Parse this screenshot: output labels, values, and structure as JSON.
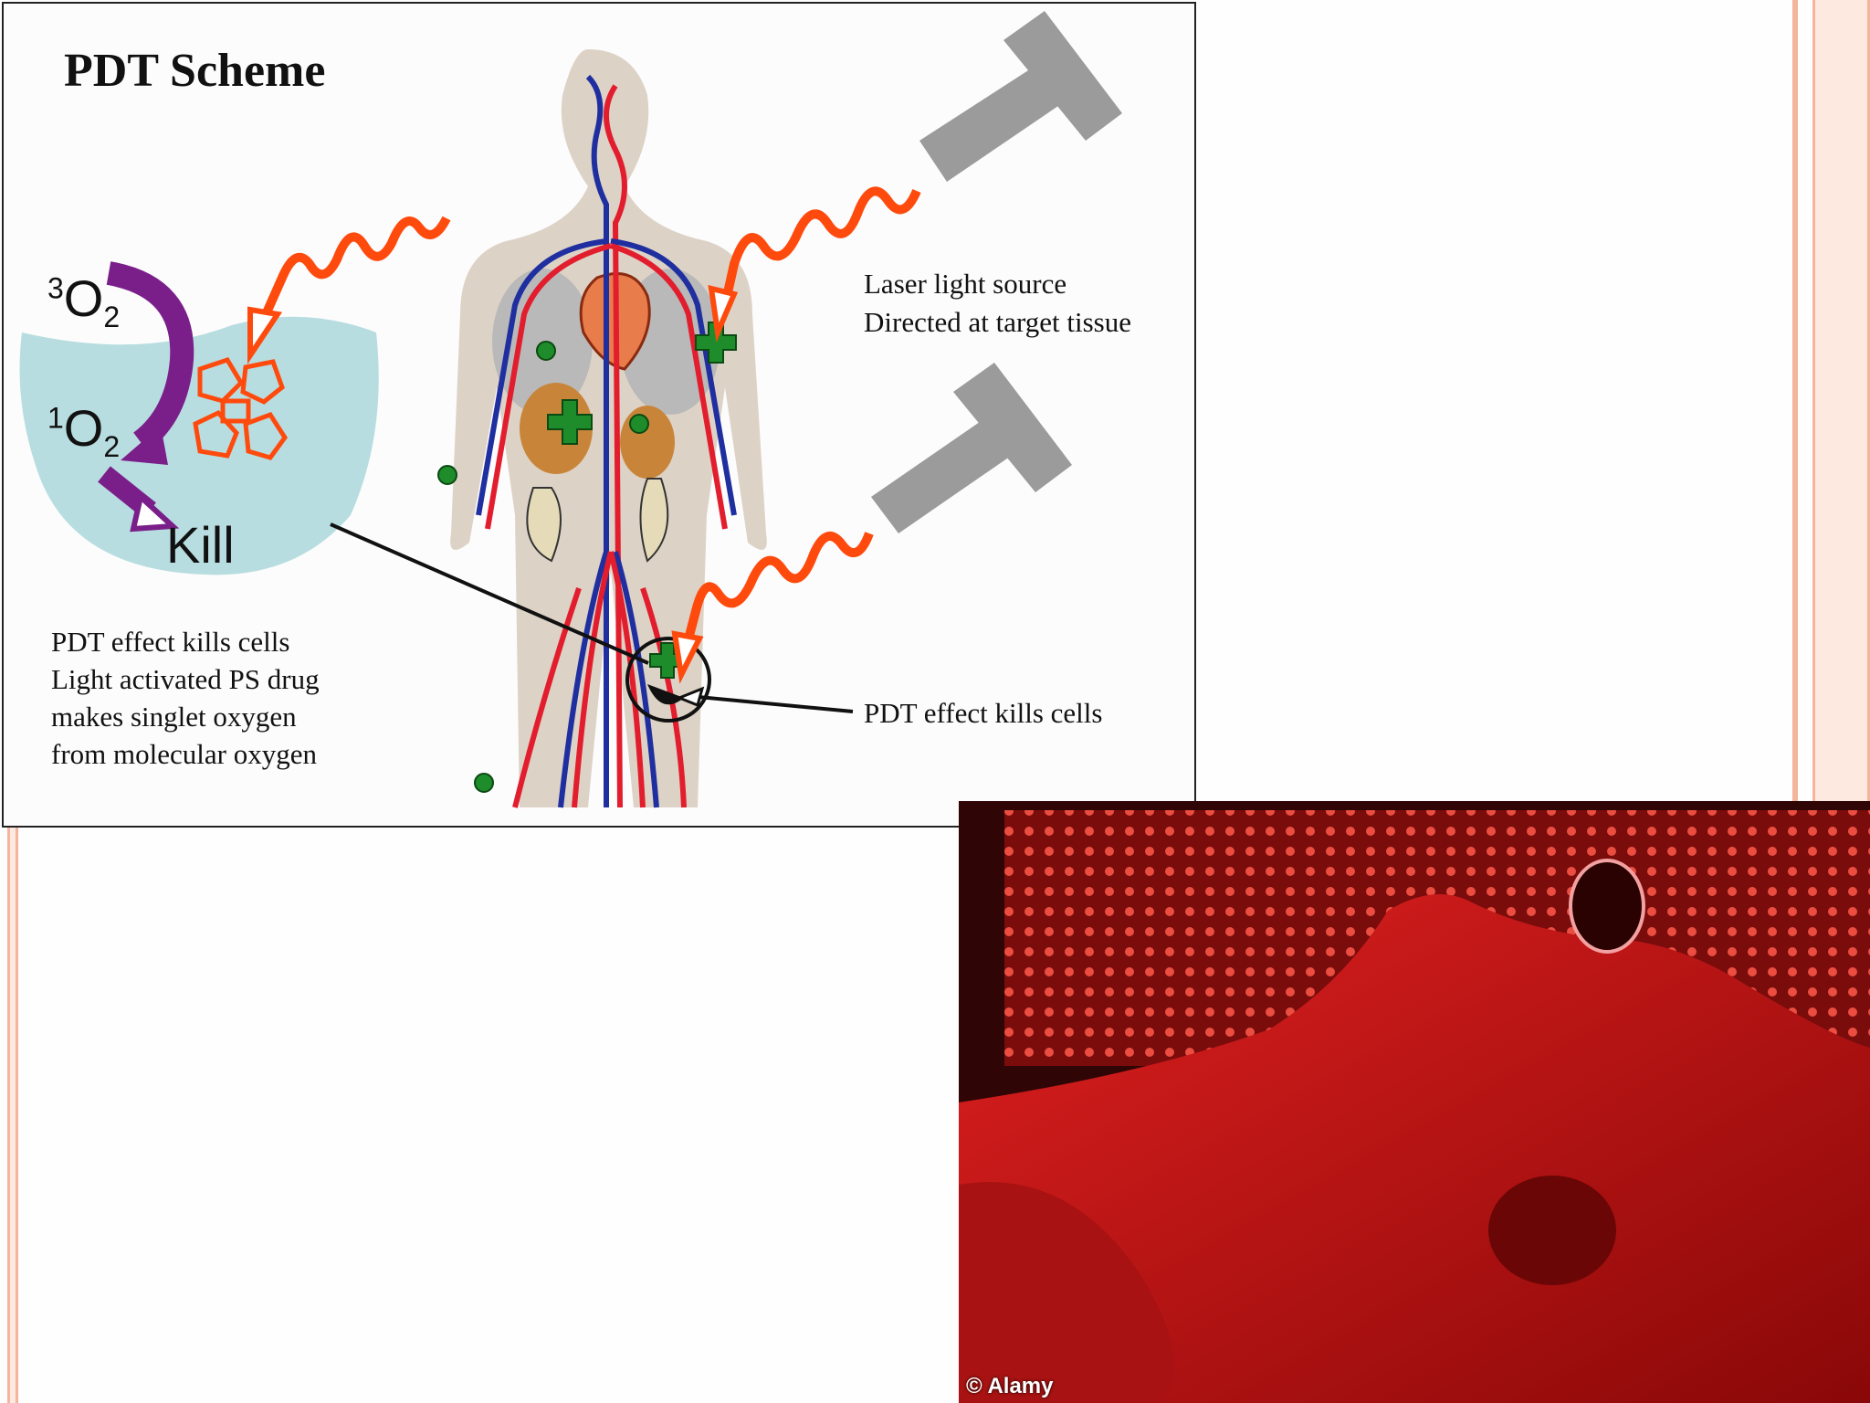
{
  "diagram": {
    "title": "PDT Scheme",
    "reaction": {
      "triplet_sup": "3",
      "triplet_base": "O",
      "triplet_sub": "2",
      "singlet_sup": "1",
      "singlet_base": "O",
      "singlet_sub": "2",
      "kill": "Kill"
    },
    "laser_label_line1": "Laser light source",
    "laser_label_line2": "Directed at target tissue",
    "effect_label": "PDT effect kills cells",
    "description": [
      "PDT effect kills cells",
      "Light activated PS drug",
      "makes singlet oxygen",
      "from molecular oxygen"
    ]
  },
  "photo": {
    "credit": "© Alamy"
  },
  "colors": {
    "accent_stripe": "#f5b49c",
    "light_wave": "#ff4a0d",
    "drug_marker": "#1e8c2a",
    "arrow_purple": "#7a1f8a",
    "basin": "#b8dde0",
    "laser_gray": "#9b9b9b",
    "photo_red": "#c81414"
  },
  "icons": [
    "laser-source-icon",
    "wave-arrow-icon",
    "photosensitizer-molecule-icon",
    "human-body-icon",
    "drug-marker-icon"
  ]
}
